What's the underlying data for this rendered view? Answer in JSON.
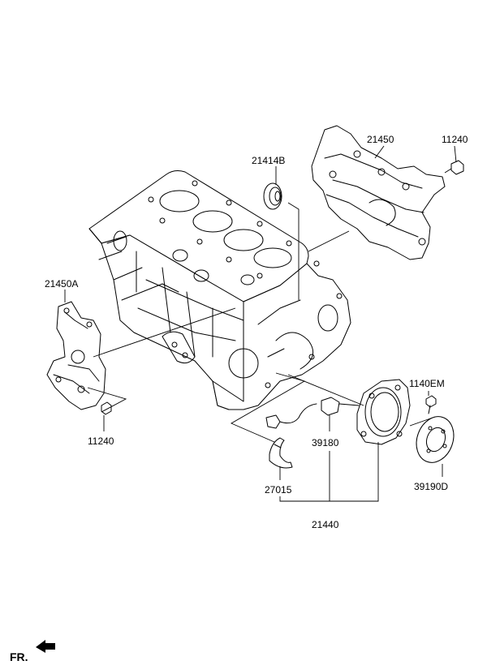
{
  "labels": {
    "p21450": "21450",
    "p11240_top": "11240",
    "p21414B": "21414B",
    "p21450A": "21450A",
    "p11240_left": "11240",
    "p1140EM": "1140EM",
    "p39180": "39180",
    "p27015": "27015",
    "p39190D": "39190D",
    "p21440": "21440"
  },
  "direction": {
    "text": "FR."
  }
}
